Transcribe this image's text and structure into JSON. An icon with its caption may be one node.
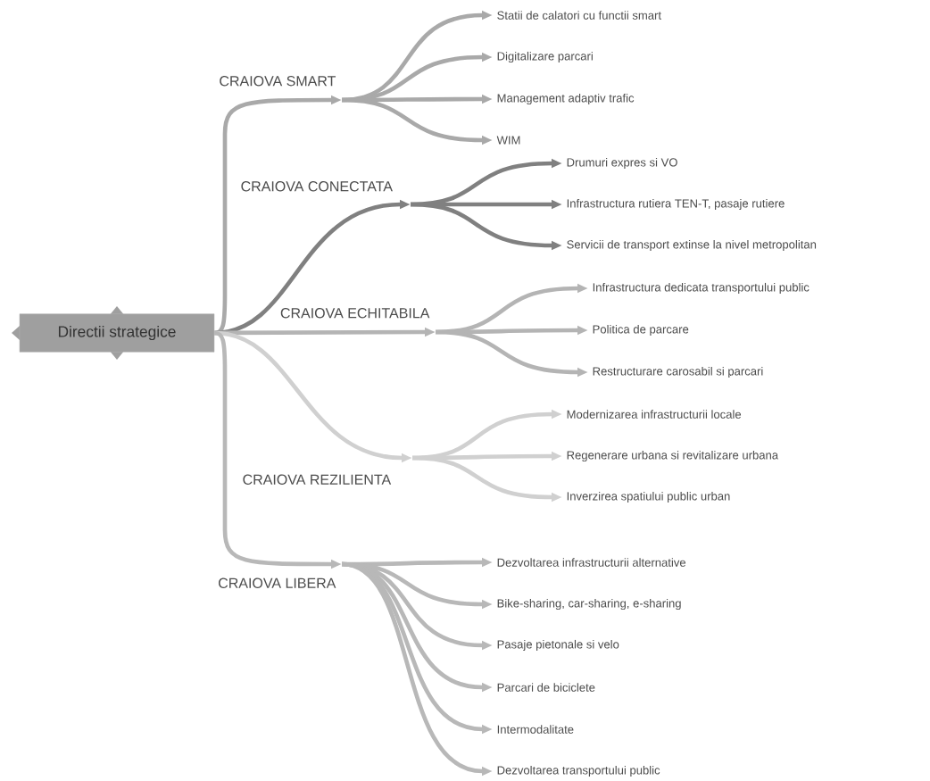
{
  "diagram": {
    "nodes": [
      {
        "text": [
          "Directii strategice"
        ]
      },
      {
        "text": [
          "CRAIOVA SMART"
        ]
      },
      {
        "text": [
          "CRAIOVA CONECTATA"
        ]
      },
      {
        "text": [
          "CRAIOVA ECHITABILA"
        ]
      },
      {
        "text": [
          "CRAIOVA REZILIENTA"
        ]
      },
      {
        "text": [
          "CRAIOVA LIBERA"
        ]
      },
      {
        "text": [
          "Statii de calatori cu functii smart"
        ]
      },
      {
        "text": [
          "Digitalizare parcari"
        ]
      },
      {
        "text": [
          "Management adaptiv trafic"
        ]
      },
      {
        "text": [
          "WIM"
        ]
      },
      {
        "text": [
          "Drumuri expres si VO"
        ]
      },
      {
        "text": [
          "Infrastructura rutiera TEN-T, pasaje rutiere"
        ]
      },
      {
        "text": [
          "Servicii de transport extinse la nivel metropolitan"
        ]
      },
      {
        "text": [
          "Infrastructura dedicata transportului public"
        ]
      },
      {
        "text": [
          "Politica de parcare"
        ]
      },
      {
        "text": [
          "Restructurare carosabil si parcari"
        ]
      },
      {
        "text": [
          "Modernizarea infrastructurii locale"
        ]
      },
      {
        "text": [
          "Regenerare urbana si revitalizare urbana"
        ]
      },
      {
        "text": [
          "Inverzirea spatiului public urban"
        ]
      },
      {
        "text": [
          "Dezvoltarea infrastructurii alternative"
        ]
      },
      {
        "text": [
          "Bike-sharing, car-sharing, e-sharing"
        ]
      },
      {
        "text": [
          "Pasaje pietonale si velo"
        ]
      },
      {
        "text": [
          "Parcari de biciclete"
        ]
      },
      {
        "text": [
          "Intermodalitate"
        ]
      },
      {
        "text": [
          "Dezvoltarea transportului public"
        ]
      }
    ],
    "edges": [
      {
        "from": 0,
        "to": 1,
        "arrow": "to",
        "color": "#a9a9a9"
      },
      {
        "from": 0,
        "to": 2,
        "arrow": "to",
        "color": "#808080"
      },
      {
        "from": 0,
        "to": 3,
        "arrow": "to",
        "color": "#b4b4b4"
      },
      {
        "from": 0,
        "to": 4,
        "arrow": "to",
        "color": "#d0d0d0"
      },
      {
        "from": 0,
        "to": 5,
        "arrow": "to",
        "color": "#b8b8b8"
      },
      {
        "from": 1,
        "to": 6,
        "arrow": "to",
        "color": "#a9a9a9"
      },
      {
        "from": 1,
        "to": 7,
        "arrow": "to",
        "color": "#a9a9a9"
      },
      {
        "from": 1,
        "to": 8,
        "arrow": "to",
        "color": "#a9a9a9"
      },
      {
        "from": 1,
        "to": 9,
        "arrow": "to",
        "color": "#a9a9a9"
      },
      {
        "from": 2,
        "to": 10,
        "arrow": "to",
        "color": "#808080"
      },
      {
        "from": 2,
        "to": 11,
        "arrow": "to",
        "color": "#808080"
      },
      {
        "from": 2,
        "to": 12,
        "arrow": "to",
        "color": "#808080"
      },
      {
        "from": 3,
        "to": 13,
        "arrow": "to",
        "color": "#b4b4b4"
      },
      {
        "from": 3,
        "to": 14,
        "arrow": "to",
        "color": "#b4b4b4"
      },
      {
        "from": 3,
        "to": 15,
        "arrow": "to",
        "color": "#b4b4b4"
      },
      {
        "from": 4,
        "to": 16,
        "arrow": "to",
        "color": "#d0d0d0"
      },
      {
        "from": 4,
        "to": 17,
        "arrow": "to",
        "color": "#d0d0d0"
      },
      {
        "from": 4,
        "to": 18,
        "arrow": "to",
        "color": "#d0d0d0"
      },
      {
        "from": 5,
        "to": 19,
        "arrow": "to",
        "color": "#b8b8b8"
      },
      {
        "from": 5,
        "to": 20,
        "arrow": "to",
        "color": "#b8b8b8"
      },
      {
        "from": 5,
        "to": 21,
        "arrow": "to",
        "color": "#b8b8b8"
      },
      {
        "from": 5,
        "to": 22,
        "arrow": "to",
        "color": "#b8b8b8"
      },
      {
        "from": 5,
        "to": 23,
        "arrow": "to",
        "color": "#b8b8b8"
      },
      {
        "from": 5,
        "to": 24,
        "arrow": "to",
        "color": "#b8b8b8"
      }
    ]
  }
}
